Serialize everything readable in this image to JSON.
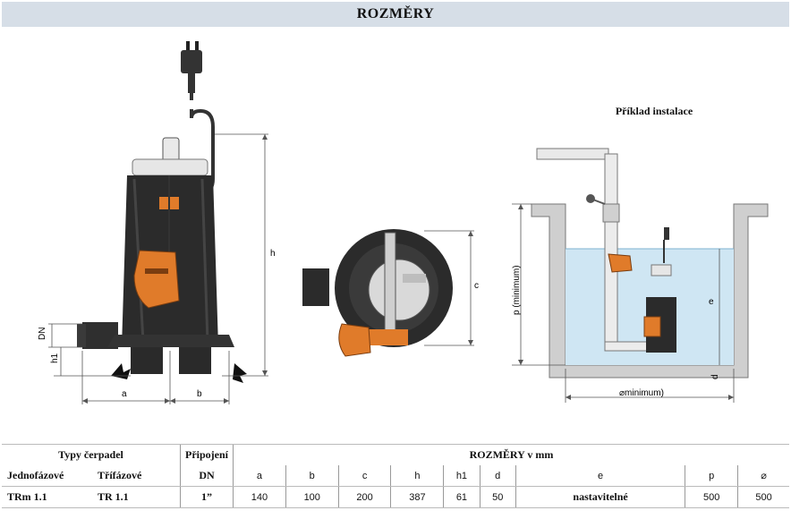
{
  "header": {
    "title": "ROZMĚRY"
  },
  "installation": {
    "caption": "Příklad instalace",
    "label_p": "p  (minimum)",
    "label_e": "e",
    "label_d": "d",
    "label_width": "⌀minimum)"
  },
  "pump_side_view": {
    "label_h": "h",
    "label_dn": "DN",
    "label_h1": "h1",
    "label_a": "a",
    "label_b": "b"
  },
  "pump_top_view": {
    "label_c": "c"
  },
  "table": {
    "group_types": "Typy čerpadel",
    "group_connection": "Připojení",
    "group_dims": "ROZMĚRY v mm",
    "col_single": "Jednofázové",
    "col_three": "Třífázové",
    "col_dn": "DN",
    "dim_cols": [
      "a",
      "b",
      "c",
      "h",
      "h1",
      "d",
      "e",
      "p",
      "⌀"
    ],
    "rows": [
      {
        "single": "TRm 1.1",
        "three": "TR 1.1",
        "dn": "1”",
        "values": [
          "140",
          "100",
          "200",
          "387",
          "61",
          "50",
          "nastavitelné",
          "500",
          "500"
        ]
      }
    ]
  },
  "colors": {
    "header_bg": "#d6dee7",
    "pump_body": "#2b2b2b",
    "float_orange": "#e07b2a",
    "water": "#cfe6f3",
    "concrete": "#cfcfcf"
  }
}
